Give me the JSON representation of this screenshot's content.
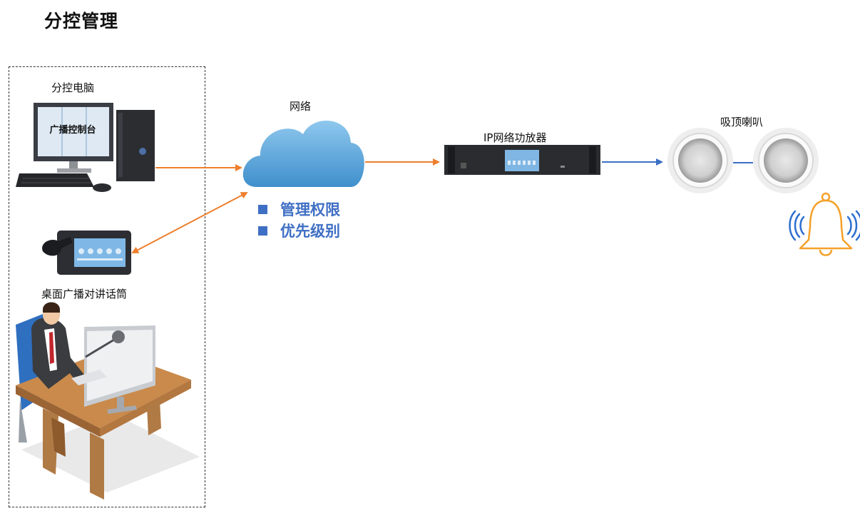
{
  "title": "分控管理",
  "nodes": {
    "branch_pc": {
      "label": "分控电脑",
      "screen_text": "广播控制台"
    },
    "network": {
      "label": "网络"
    },
    "amplifier": {
      "label": "IP网络功放器"
    },
    "speakers": {
      "label": "吸顶喇叭"
    },
    "desktop_mic": {
      "label": "桌面广播对讲话筒"
    }
  },
  "bullets": [
    "管理权限",
    "优先级别"
  ],
  "colors": {
    "arrow_orange": "#ee7f2d",
    "arrow_blue": "#3a6fc4",
    "bullet_blue": "#3f6fc4",
    "cloud_blue": "#5aa9dc",
    "bell_orange": "#f4a12a",
    "waves_blue": "#2e6fd0"
  }
}
